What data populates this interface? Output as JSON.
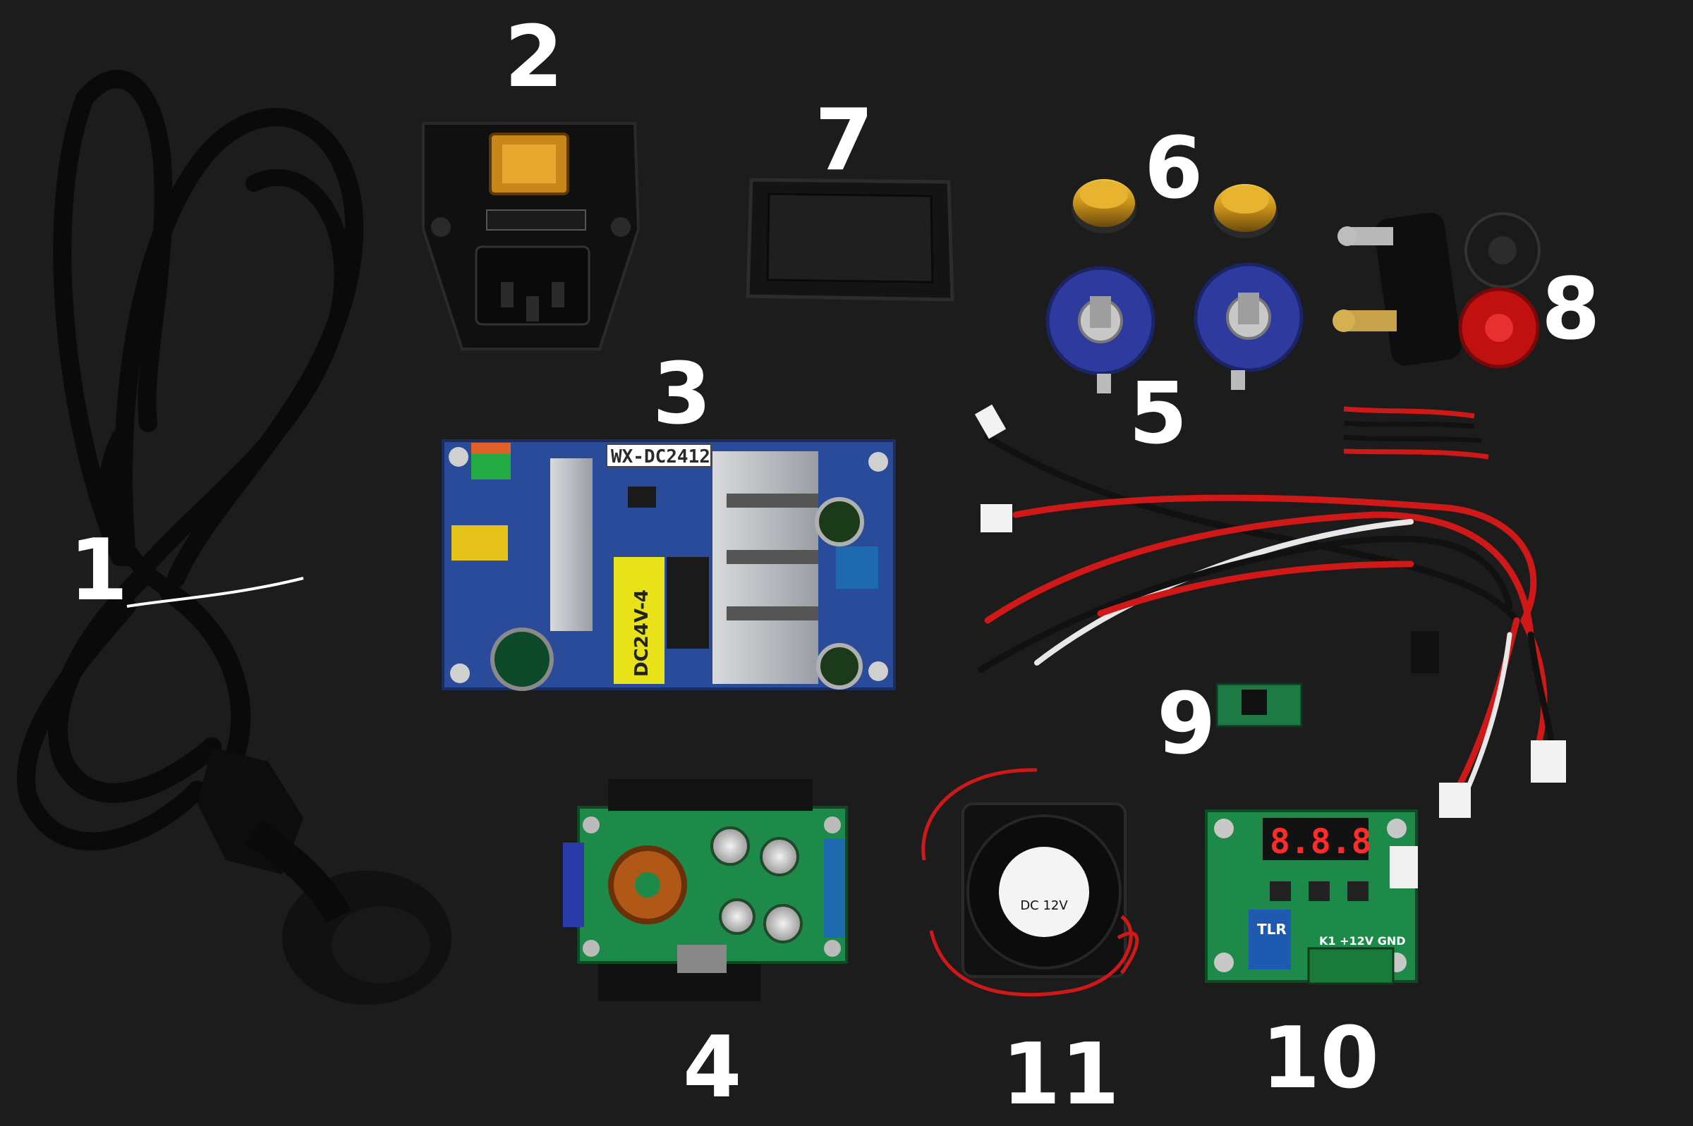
{
  "labels": {
    "n1": "1",
    "n2": "2",
    "n3": "3",
    "n4": "4",
    "n5": "5",
    "n6": "6",
    "n7": "7",
    "n8": "8",
    "n9": "9",
    "n10": "10",
    "n11": "11"
  },
  "psu_board": {
    "model": "WX-DC2412",
    "transformer": "DC24V-4"
  },
  "thermostat": {
    "display": "8.8.8",
    "relay": "TLR",
    "terminals": "K1 +12V GND"
  },
  "fan": {
    "voltage": "DC 12V"
  },
  "colors": {
    "background": "#1c1c1c",
    "pcb_blue": "#2a4a9a",
    "pcb_green": "#1e8a4a",
    "wire_red": "#d01818",
    "knob_gold": "#d9a21a",
    "pot_blue": "#3a3aa8",
    "post_red": "#cc1010"
  }
}
